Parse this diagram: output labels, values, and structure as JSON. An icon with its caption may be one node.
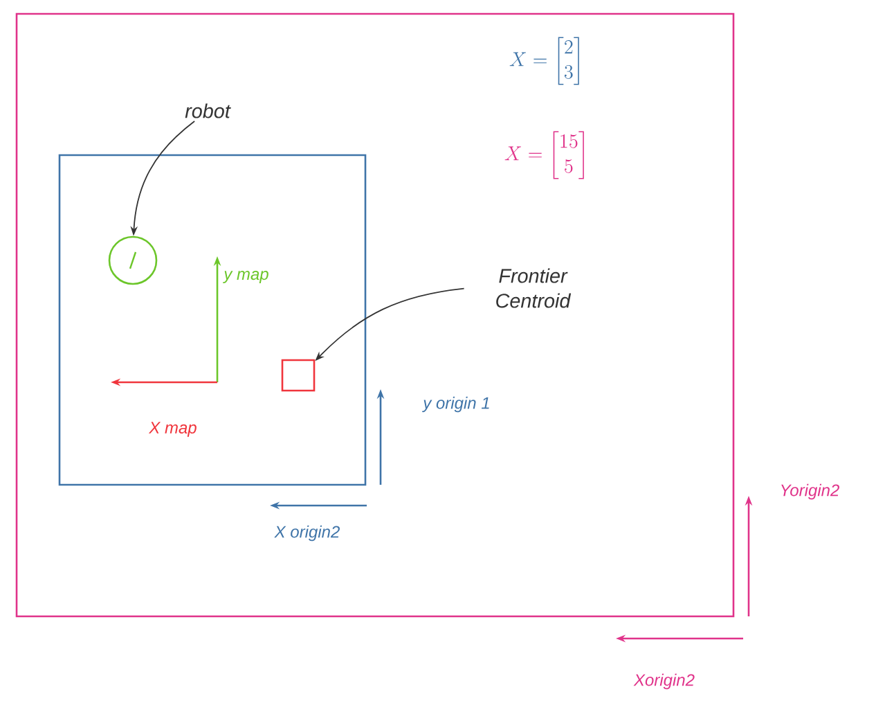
{
  "diagram": {
    "nodes": [
      {
        "text": [],
        "shape": "box"
      },
      {
        "text": [],
        "shape": "box",
        "in": 0
      },
      {
        "text": [
          "robot"
        ],
        "in": 0
      },
      {
        "text": [],
        "shape": "circle",
        "in": 1
      },
      {
        "text": [
          "Frontier Centroid"
        ],
        "in": 0
      },
      {
        "text": [],
        "shape": "box",
        "in": 1
      }
    ],
    "edges": [
      {
        "from": 2,
        "to": 3,
        "arrow": "to"
      },
      {
        "from": 4,
        "to": 5,
        "arrow": "to"
      }
    ],
    "labels": [
      "X = \\begin{bmatrix}2\\\\3\\end{bmatrix}",
      "X = \\begin{bmatrix}15\\\\5\\end{bmatrix}",
      "y map",
      "X map",
      "y origin 1",
      "X origin2",
      "Yorigin2",
      "Xorigin2"
    ]
  }
}
